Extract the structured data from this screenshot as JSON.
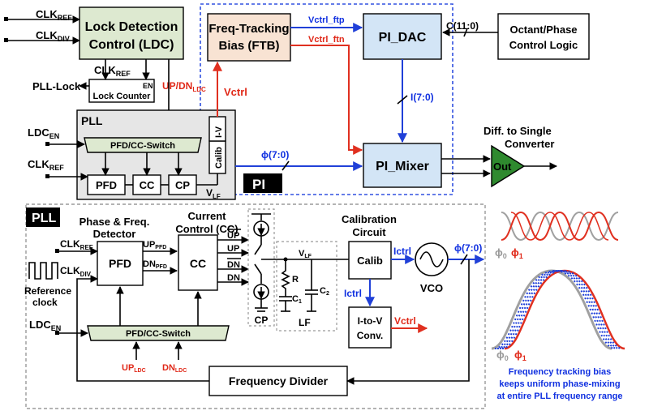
{
  "ldc": {
    "name": "Lock Detection",
    "sub": "Control (LDC)",
    "clk_ref": "CLK",
    "clk_ref_sub": "REF",
    "clk_div": "CLK",
    "clk_div_sub": "DIV",
    "clk_ref2": "CLK",
    "clk_ref2_sub": "REF"
  },
  "lock_counter": {
    "label": "Lock Counter",
    "en": "EN",
    "output": "PLL-Lock"
  },
  "up_dn_ldc": {
    "up": "UP",
    "sep": "/",
    "dn": "DN",
    "sub": "LDC"
  },
  "ftb": {
    "name": "Freq-Tracking",
    "sub": "Bias (FTB)",
    "vctrl_ftp": "Vctrl_ftp",
    "vctrl_ftn": "Vctrl_ftn",
    "vctrl_in": "Vctrl"
  },
  "pi_dac": {
    "name": "PI_DAC",
    "c_bus": "C(11:0)",
    "i_bus": "I(7:0)"
  },
  "octant": {
    "line1": "Octant/Phase",
    "line2": "Control Logic"
  },
  "pi_mixer": {
    "name": "PI_Mixer",
    "phi_bus": "ϕ(7:0)",
    "tag": "PI"
  },
  "out": {
    "name": "Out",
    "caption1": "Diff. to Single",
    "caption2": "Converter"
  },
  "pll_small": {
    "title": "PLL",
    "ldc_en": "LDC",
    "ldc_en_sub": "EN",
    "clk_ref": "CLK",
    "clk_ref_sub": "REF",
    "switch": "PFD/CC-Switch",
    "pfd": "PFD",
    "cc": "CC",
    "cp": "CP",
    "calib": "Calib",
    "iv": "I-V",
    "vlf": "V",
    "vlf_sub": "LF"
  },
  "pll_detail": {
    "title": "PLL",
    "pfd_title1": "Phase & Freq.",
    "pfd_title2": "Detector",
    "cc_title1": "Current",
    "cc_title2": "Control (CC)",
    "cal_title1": "Calibration",
    "cal_title2": "Circuit",
    "pfd": "PFD",
    "cc": "CC",
    "calib": "Calib",
    "vco": "VCO",
    "iv1": "I-to-V",
    "iv2": "Conv.",
    "divider": "Frequency Divider",
    "switch": "PFD/CC-Switch",
    "clk_ref": "CLK",
    "clk_ref_sub": "REF",
    "clk_div": "CLK",
    "clk_div_sub": "DIV",
    "ldc_en": "LDC",
    "ldc_en_sub": "EN",
    "ref_clock1": "Reference",
    "ref_clock2": "clock",
    "up_pfd": "UP",
    "up_pfd_sub": "PFD",
    "dn_pfd": "DN",
    "dn_pfd_sub": "PFD",
    "up_bar": "UP",
    "up": "UP",
    "dn_bar": "DN",
    "dn": "DN",
    "up_ldc": "UP",
    "up_ldc_sub": "LDC",
    "dn_ldc": "DN",
    "dn_ldc_sub": "LDC",
    "cp": "CP",
    "lf": "LF",
    "vlf": "V",
    "vlf_sub": "LF",
    "r": "R",
    "c1": "C",
    "c1_sub": "1",
    "c2": "C",
    "c2_sub": "2",
    "ictrl_out": "Ictrl",
    "ictrl_down": "Ictrl",
    "vctrl": "Vctrl",
    "phi_bus": "ϕ(7:0)"
  },
  "side": {
    "phi0_top": "ϕ",
    "phi0_top_sub": "0",
    "phi1_top": "ϕ",
    "phi1_top_sub": "1",
    "phi0_bot": "ϕ",
    "phi0_bot_sub": "0",
    "phi1_bot": "ϕ",
    "phi1_bot_sub": "1",
    "caption1": "Frequency tracking bias",
    "caption2": "keeps uniform phase-mixing",
    "caption3": "at entire PLL frequency range"
  },
  "colors": {
    "blue": "#2040d8",
    "red": "#e03020",
    "ldc_fill": "#dde9d0",
    "ftb_fill": "#f8e3d3",
    "dac_fill": "#d3e5f6",
    "mixer_fill": "#d3e5f6",
    "out_fill": "#2f8a2f",
    "pll_fill": "#e6e6e6"
  }
}
